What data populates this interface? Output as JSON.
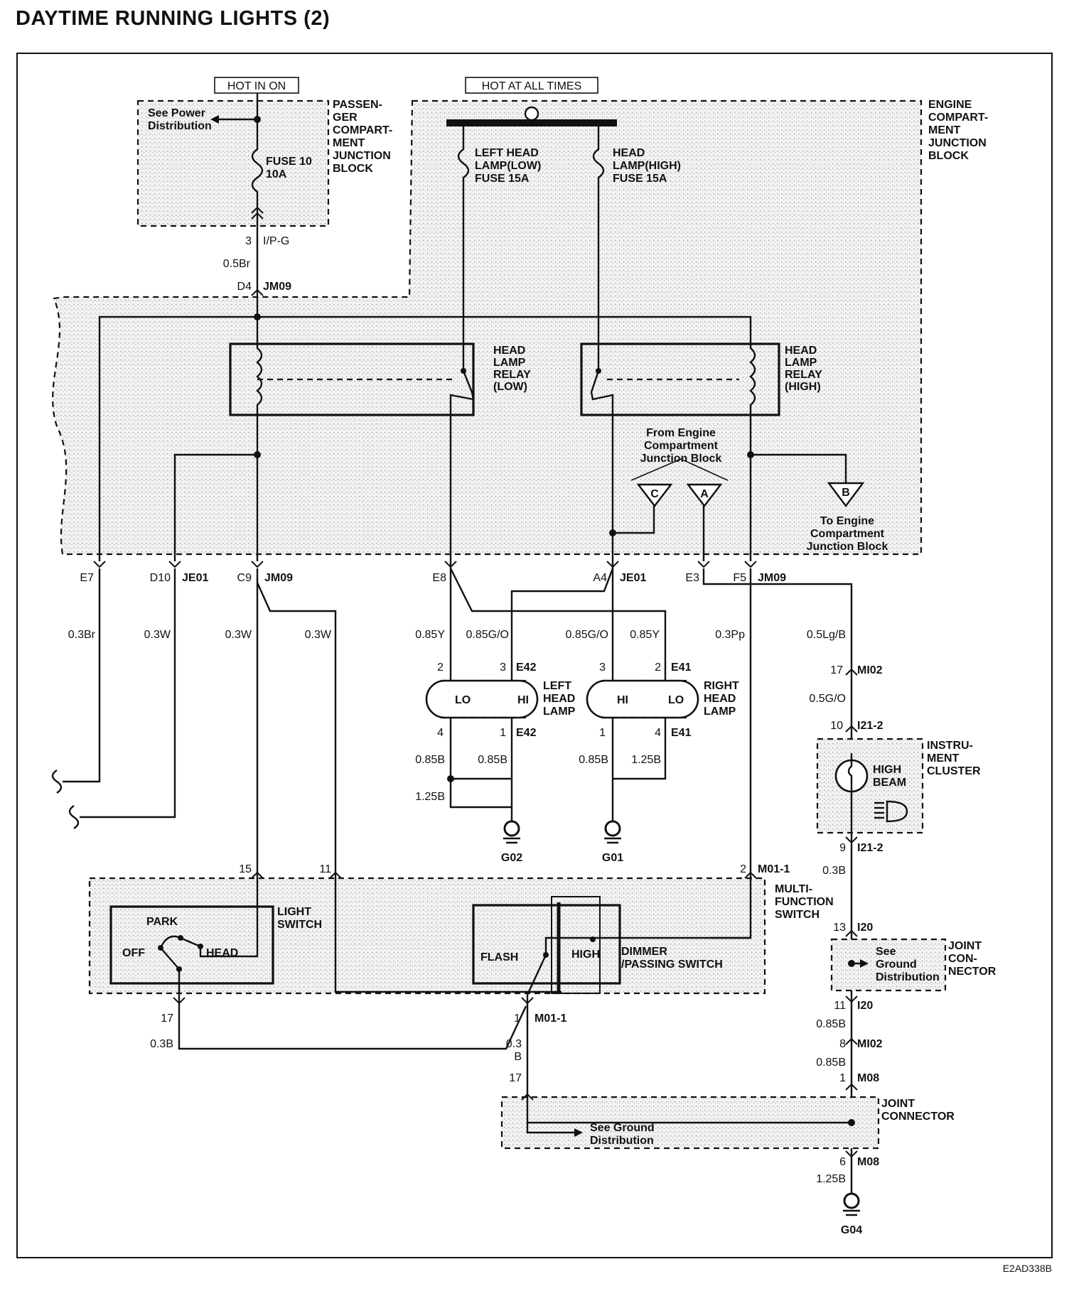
{
  "title": "DAYTIME RUNNING LIGHTS (2)",
  "figure_code": "E2AD338B",
  "power": {
    "hot_in_on": "HOT IN ON",
    "hot_at_all_times": "HOT AT ALL TIMES",
    "see_power_distribution": [
      "See Power",
      "Distribution"
    ]
  },
  "blocks": {
    "passenger_jb": [
      "PASSEN-",
      "GER",
      "COMPART-",
      "MENT",
      "JUNCTION",
      "BLOCK"
    ],
    "engine_jb": [
      "ENGINE",
      "COMPART-",
      "MENT",
      "JUNCTION",
      "BLOCK"
    ],
    "instrument_cluster": [
      "INSTRU-",
      "MENT",
      "CLUSTER"
    ],
    "multifunction_switch": [
      "MULTI-",
      "FUNCTION",
      "SWITCH"
    ],
    "joint_connector_upper": [
      "JOINT",
      "CON-",
      "NECTOR"
    ],
    "joint_connector_lower": [
      "JOINT",
      "CONNECTOR"
    ]
  },
  "fuses": {
    "fuse10": [
      "FUSE 10",
      "10A"
    ],
    "left_low": [
      "LEFT HEAD",
      "LAMP(LOW)",
      "FUSE 15A"
    ],
    "right_high": [
      "HEAD",
      "LAMP(HIGH)",
      "FUSE 15A"
    ]
  },
  "relays": {
    "low": [
      "HEAD",
      "LAMP",
      "RELAY",
      "(LOW)"
    ],
    "high": [
      "HEAD",
      "LAMP",
      "RELAY",
      "(HIGH)"
    ]
  },
  "notes": {
    "from_engine_jb": [
      "From Engine",
      "Compartment",
      "Junction Block"
    ],
    "to_engine_jb": [
      "To Engine",
      "Compartment",
      "Junction Block"
    ],
    "see_ground_upper": [
      "See",
      "Ground",
      "Distribution"
    ],
    "see_ground_lower": [
      "See Ground",
      "Distribution"
    ]
  },
  "offpage": {
    "c": "C",
    "a": "A",
    "b": "B"
  },
  "lamps": {
    "left": [
      "LEFT",
      "HEAD",
      "LAMP"
    ],
    "right": [
      "RIGHT",
      "HEAD",
      "LAMP"
    ],
    "lo": "LO",
    "hi": "HI",
    "high_beam": [
      "HIGH",
      "BEAM"
    ]
  },
  "switches": {
    "light_switch": [
      "LIGHT",
      "SWITCH"
    ],
    "park": "PARK",
    "off": "OFF",
    "head": "HEAD",
    "flash": "FLASH",
    "high": "HIGH",
    "dimmer": [
      "DIMMER",
      "/PASSING SWITCH"
    ]
  },
  "connectors": {
    "ipg": "I/P-G",
    "jm09": "JM09",
    "je01": "JE01",
    "e42": "E42",
    "e41": "E41",
    "mi02": "MI02",
    "i21_2": "I21-2",
    "i20": "I20",
    "m01_1": "M01-1",
    "m08": "M08"
  },
  "pins": {
    "p3": "3",
    "d4": "D4",
    "e7": "E7",
    "d10": "D10",
    "c9": "C9",
    "e8": "E8",
    "a4": "A4",
    "e3": "E3",
    "f5": "F5",
    "p2": "2",
    "p1": "1",
    "p4": "4",
    "p17": "17",
    "p10": "10",
    "p9": "9",
    "p13": "13",
    "p11": "11",
    "p8": "8",
    "p6": "6",
    "p15": "15"
  },
  "wires": {
    "w05br": "0.5Br",
    "w03br": "0.3Br",
    "w03w": "0.3W",
    "w085y": "0.85Y",
    "w085go": "0.85G/O",
    "w03pp": "0.3Pp",
    "w05lgb": "0.5Lg/B",
    "w05go": "0.5G/O",
    "w085b": "0.85B",
    "w125b": "1.25B",
    "w03b": "0.3B",
    "w03": "0.3",
    "b": "B"
  },
  "grounds": {
    "g02": "G02",
    "g01": "G01",
    "g04": "G04"
  }
}
